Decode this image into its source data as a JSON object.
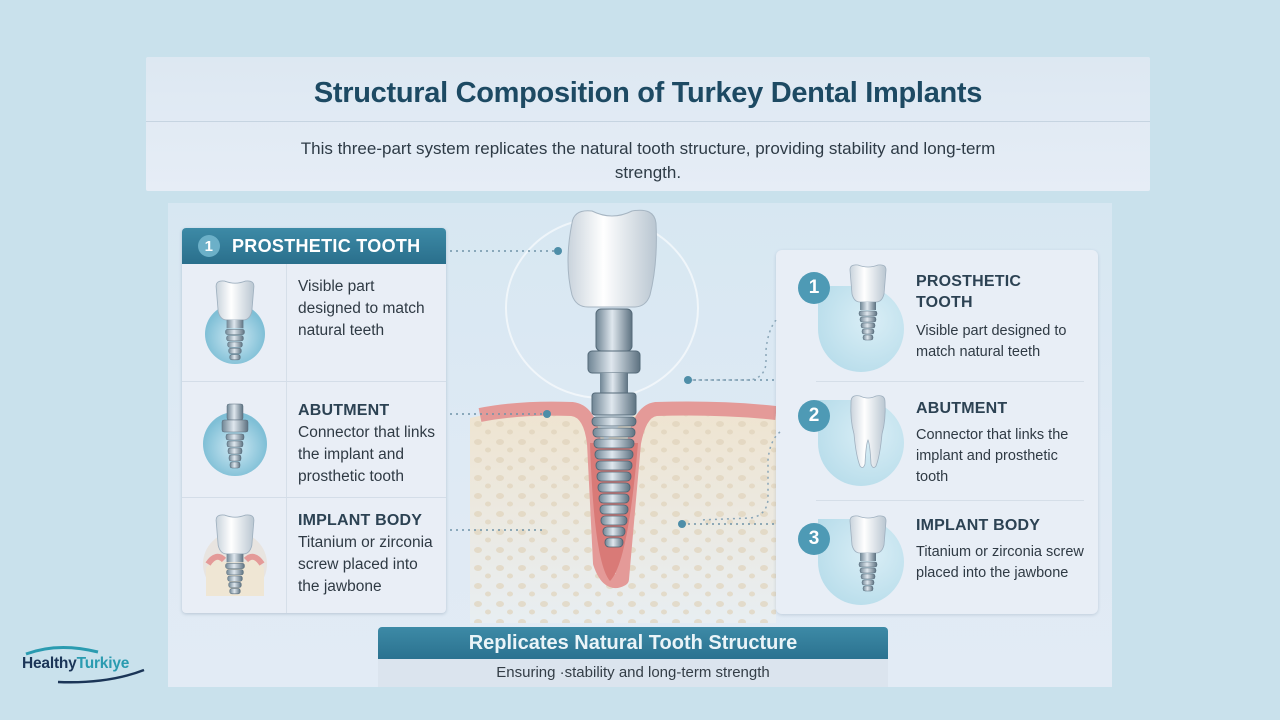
{
  "header": {
    "title": "Structural Composition of Turkey Dental Implants",
    "subtitle": "This three-part system replicates the natural tooth structure, providing stability and long-term strength."
  },
  "left_card": {
    "header_number": "1",
    "header_label": "PROSTHETIC TOOTH",
    "rows": [
      {
        "title": "",
        "description": "Visible part designed to match natural teeth",
        "icon": "crown-on-implant-icon"
      },
      {
        "title": "ABUTMENT",
        "description": "Connector that links the implant and prosthetic tooth",
        "icon": "abutment-screw-icon"
      },
      {
        "title": "IMPLANT BODY",
        "description": "Titanium or zirconia screw placed into the jawbone",
        "icon": "implant-in-gum-icon"
      }
    ]
  },
  "right_card": {
    "rows": [
      {
        "number": "1",
        "title": "PROSTHETIC TOOTH",
        "description": "Visible part designed to match natural teeth",
        "icon": "crown-on-implant-icon"
      },
      {
        "number": "2",
        "title": "ABUTMENT",
        "description": "Connector that links the implant and prosthetic tooth",
        "icon": "natural-tooth-icon"
      },
      {
        "number": "3",
        "title": "IMPLANT BODY",
        "description": "Titanium or zirconia screw placed into the jawbone",
        "icon": "crown-on-implant-icon"
      }
    ]
  },
  "center_illustration": {
    "parts": [
      "crown",
      "abutment",
      "implant screw",
      "gum",
      "jawbone"
    ]
  },
  "banner": {
    "title": "Replicates Natural Tooth Structure",
    "subtitle": "Ensuring ·stability and long-term strength"
  },
  "logo": {
    "word1": "Healthy",
    "word2": "Turkiye"
  },
  "colors": {
    "background": "#c9e1ec",
    "accent_teal": "#2a6f8c",
    "title_navy": "#1d4a63",
    "gum_pink": "#e49a98",
    "bone_beige": "#efe6d4"
  }
}
